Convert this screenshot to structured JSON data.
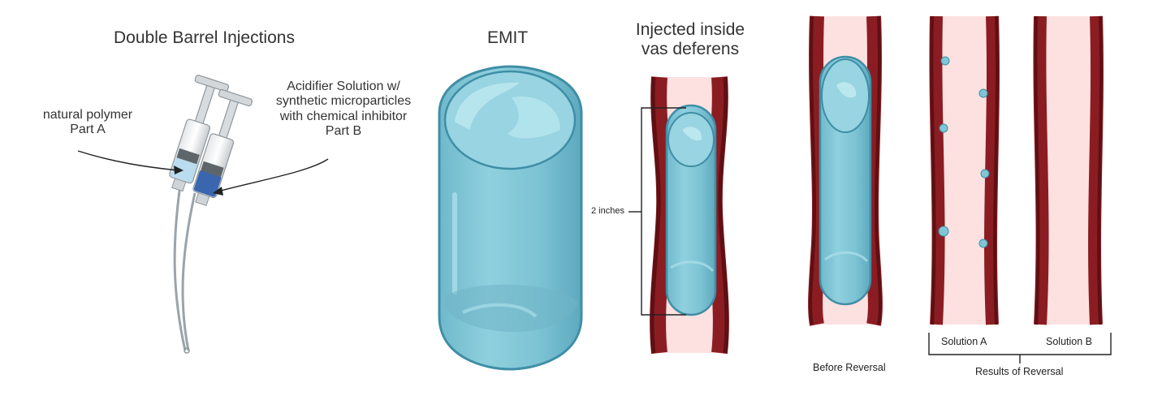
{
  "colors": {
    "gel_fill": "#7fc6d6",
    "gel_light": "#a9dde8",
    "gel_stroke": "#3f8ea6",
    "vessel_wall": "#8b1d22",
    "vessel_dark": "#5e1014",
    "lumen": "#fde1e1",
    "plunger_blue": "#3a66b0"
  },
  "panels": {
    "syringe": {
      "title": "Double Barrel Injections",
      "part_a": [
        "natural polymer",
        "Part A"
      ],
      "part_b": [
        "Acidifier Solution w/",
        "synthetic microparticles",
        "with chemical inhibitor",
        "Part B"
      ]
    },
    "emit": {
      "title": "EMIT"
    },
    "injected": {
      "title": [
        "Injected inside",
        "vas deferens"
      ],
      "measure_label": "2 inches"
    },
    "before": {
      "caption": "Before Reversal"
    },
    "results": {
      "solution_a": "Solution A",
      "solution_b": "Solution B",
      "caption": "Results of Reversal"
    }
  },
  "icons": [
    "double-syringe-icon",
    "gel-cylinder-icon",
    "vas-deferens-vessel-icon",
    "gel-fragment-icon"
  ]
}
